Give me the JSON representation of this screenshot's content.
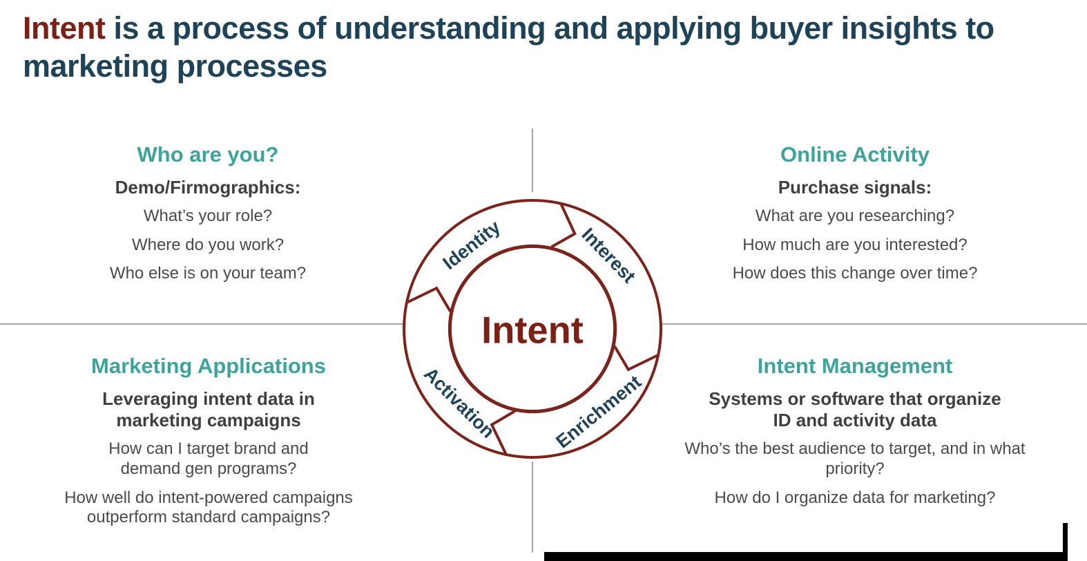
{
  "title": {
    "highlight": "Intent",
    "rest": " is a process of understanding and applying buyer insights to marketing processes"
  },
  "quadrants": {
    "who_are_you": {
      "heading": "Who are you?",
      "subheading": "Demo/Firmographics:",
      "lines": [
        "What’s your role?",
        "Where do you work?",
        "Who else is on your team?"
      ]
    },
    "online_activity": {
      "heading": "Online Activity",
      "subheading": "Purchase signals:",
      "lines": [
        "What are you researching?",
        "How much are you interested?",
        "How does this change over time?"
      ]
    },
    "marketing_applications": {
      "heading": "Marketing Applications",
      "subheading": "Leveraging intent data in marketing campaigns",
      "lines": [
        "How can I target brand and demand gen programs?",
        "How well do intent-powered campaigns outperform standard campaigns?"
      ]
    },
    "intent_management": {
      "heading": "Intent Management",
      "subheading": "Systems or software that organize ID and activity data",
      "lines": [
        "Who’s the best audience to target, and in what priority?",
        "How do I organize data for marketing?"
      ]
    }
  },
  "cycle": {
    "center": "Intent",
    "segments": [
      "Identity",
      "Interest",
      "Enrichment",
      "Activation"
    ]
  },
  "colors": {
    "maroon": "#7b2015",
    "ring_maroon": "#7b241c",
    "navy": "#1e4358",
    "teal": "#3da39b",
    "text_gray": "#4a4a4a",
    "divider_gray": "#a6a6a6"
  }
}
